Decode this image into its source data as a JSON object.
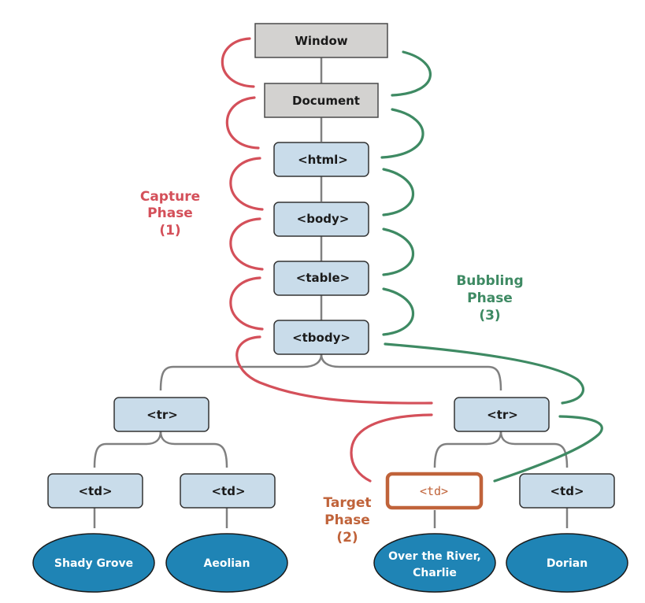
{
  "nodes": {
    "window": "Window",
    "document": "Document",
    "html": "<html>",
    "body": "<body>",
    "table": "<table>",
    "tbody": "<tbody>",
    "tr_left": "<tr>",
    "tr_right": "<tr>",
    "td_1": "<td>",
    "td_2": "<td>",
    "td_target": "<td>",
    "td_4": "<td>"
  },
  "leaves": {
    "leaf_1": "Shady Grove",
    "leaf_2": "Aeolian",
    "leaf_3_line1": "Over the River,",
    "leaf_3_line2": "Charlie",
    "leaf_4": "Dorian"
  },
  "phases": {
    "capture": {
      "line1": "Capture",
      "line2": "Phase",
      "line3": "(1)",
      "color": "#d4505a"
    },
    "target": {
      "line1": "Target",
      "line2": "Phase",
      "line3": "(2)",
      "color": "#c0633a"
    },
    "bubbling": {
      "line1": "Bubbling",
      "line2": "Phase",
      "line3": "(3)",
      "color": "#3e8a63"
    }
  },
  "colors": {
    "top_node_fill": "#d3d2d0",
    "element_node_fill": "#c9dcea",
    "leaf_fill": "#1f84b5",
    "target_border": "#c0633a",
    "tree_line": "#808080"
  }
}
